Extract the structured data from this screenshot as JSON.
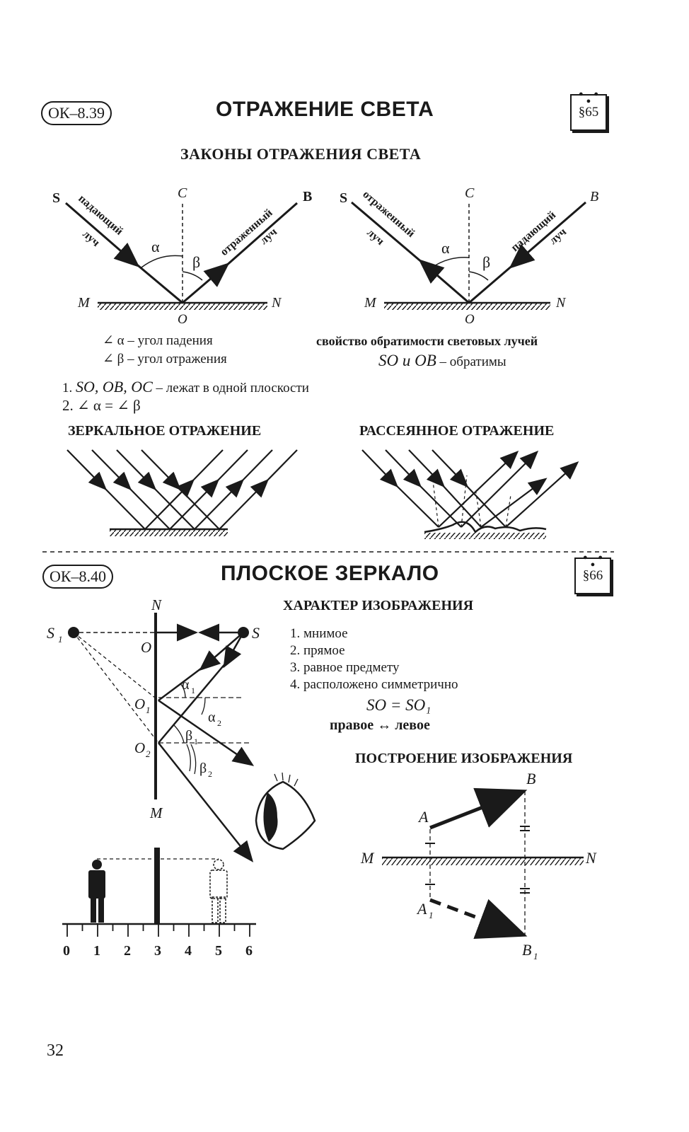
{
  "section1": {
    "code": "ОК–8.39",
    "title": "ОТРАЖЕНИЕ СВЕТА",
    "paragraph": "§65",
    "subtitle": "ЗАКОНЫ ОТРАЖЕНИЯ СВЕТА",
    "diagram1": {
      "S": "S",
      "C": "C",
      "B": "B",
      "M": "M",
      "N": "N",
      "O": "O",
      "incident_ray": "падающий",
      "ray_word": "луч",
      "reflected_ray": "отраженный",
      "alpha": "α",
      "beta": "β"
    },
    "diagram2": {
      "S": "S",
      "C": "C",
      "B": "B",
      "M": "M",
      "N": "N",
      "O": "O",
      "reflected_ray": "отраженный",
      "ray_word": "луч",
      "incident_ray": "падающий",
      "alpha": "α",
      "beta": "β"
    },
    "angle_alpha_def": "∠ α – угол падения",
    "angle_beta_def": "∠ β – угол отражения",
    "reversibility": "свойство обратимости световых лучей",
    "reversible_pair": "SO и OB",
    "reversible_word": "– обратимы",
    "law1_num": "1.",
    "law1_lines": "SO, OB, OC",
    "law1_text": "– лежат в одной плоскости",
    "law2": "2. ∠ α = ∠ β",
    "specular_title": "ЗЕРКАЛЬНОЕ ОТРАЖЕНИЕ",
    "diffuse_title": "РАССЕЯННОЕ  ОТРАЖЕНИЕ"
  },
  "section2": {
    "code": "ОК–8.40",
    "title": "ПЛОСКОЕ ЗЕРКАЛО",
    "paragraph": "§66",
    "image_char_title": "ХАРАКТЕР ИЗОБРАЖЕНИЯ",
    "image_props": [
      "1. мнимое",
      "2. прямое",
      "3. равное предмету",
      "4. расположено симметрично"
    ],
    "equality": "SO = SO₁",
    "right_left": "правое ↔ левое",
    "construction_title": "ПОСТРОЕНИЕ ИЗОБРАЖЕНИЯ",
    "mirror_diagram": {
      "N": "N",
      "M": "M",
      "S": "S",
      "S1": "S",
      "S1_sub": "1",
      "O": "O",
      "O1": "O",
      "O1_sub": "1",
      "O2": "O",
      "O2_sub": "2",
      "alpha1": "α",
      "alpha1_sub": "1",
      "alpha2": "α",
      "alpha2_sub": "2",
      "beta1": "β",
      "beta1_sub": "1",
      "beta2": "β",
      "beta2_sub": "2"
    },
    "scale_labels": [
      "0",
      "1",
      "2",
      "3",
      "4",
      "5",
      "6"
    ],
    "construction": {
      "A": "A",
      "B": "B",
      "A1": "A",
      "B1": "B",
      "sub1": "1",
      "M": "M",
      "N": "N"
    }
  },
  "page_number": "32"
}
